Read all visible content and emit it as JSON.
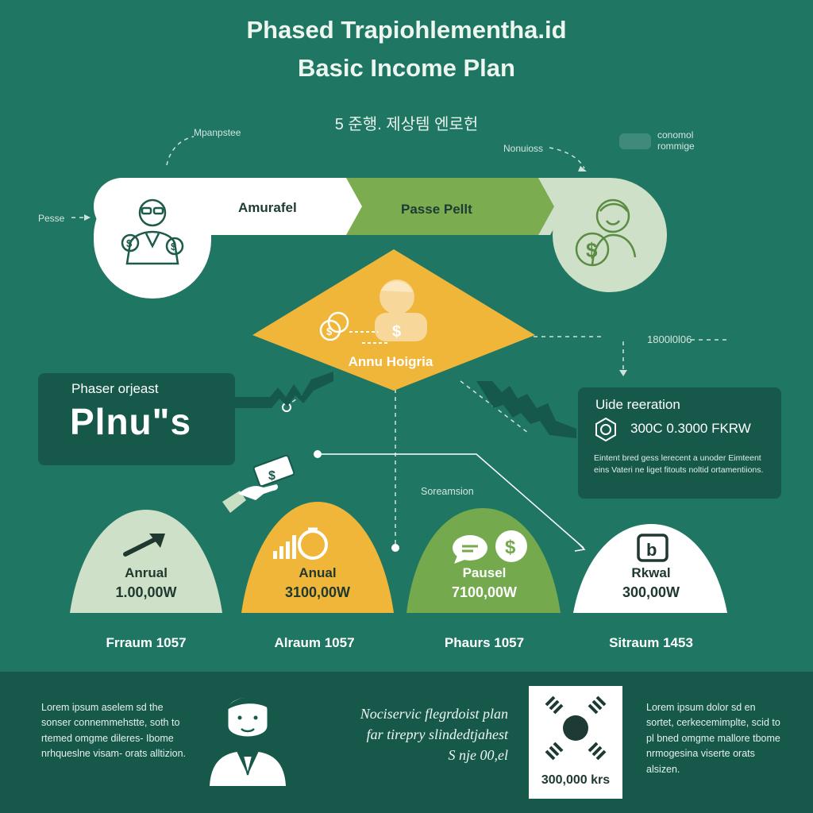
{
  "header": {
    "title_line1": "Phased Trapiohlementha.id",
    "title_line2": "Basic Income Plan",
    "korean_subtitle": "5 준행. 제상템 엔로헌"
  },
  "annotations": {
    "top_left": "Mpanpstee",
    "top_mid": "Nonuioss",
    "top_right_line1": "conomol",
    "top_right_line2": "rommige",
    "left": "Pesse",
    "right_value": "1800l0l06"
  },
  "banner": {
    "left_label": "Amurafel",
    "mid_label": "Passe Pellt"
  },
  "diamond": {
    "label": "Annu Hoigria"
  },
  "phaser_box": {
    "subtitle": "Phaser orjeast",
    "big_text": "Plnu\"s"
  },
  "uide_box": {
    "title": "Uide reeration",
    "value": "300C 0.3000 FKRW",
    "body": "Eintent bred gess lerecent a unoder Eimteent eins Vateri ne liget fitouts noltid ortamentiions."
  },
  "mid_label": "Soreamsion",
  "phases": [
    {
      "label": "Anrual",
      "value": "1.00,00W",
      "caption": "Frraum 1057"
    },
    {
      "label": "Anual",
      "value": "3100,00W",
      "caption": "Alraum 1057"
    },
    {
      "label": "Pausel",
      "value": "7100,00W",
      "caption": "Phaurs 1057"
    },
    {
      "label": "Rkwal",
      "value": "300,00W",
      "caption": "Sitraum 1453"
    }
  ],
  "footer": {
    "left_text": "Lorem ipsum aselem sd the sonser connemmehstte, soth to rtemed omgme dileres- Ibome nrhqueslne visam- orats alltizion.",
    "quote_line1": "Nociservic flegrdoist plan",
    "quote_line2": "far tirepry slindedtjahest",
    "quote_line3": "S nje 00,el",
    "flag_value": "300,000 krs",
    "right_text": "Lorem ipsum dolor sd en sortet, cerkecemimplte, scid to pl bned omgme mallore tbome nrmogesina viserte orats alsizen."
  },
  "colors": {
    "background": "#1f7663",
    "dark_panel": "#16594b",
    "light_green": "#cfe0c8",
    "yellow": "#f0b63a",
    "mid_green": "#74a94d",
    "white": "#ffffff"
  },
  "icons": [
    "person-money-icon",
    "person-dollar-icon",
    "coin-icon",
    "arrow-up-right-icon",
    "bar-chart-ring-icon",
    "chat-dollar-icon",
    "calendar-b-icon",
    "hand-money-icon",
    "man-portrait-icon",
    "korean-flag-icon"
  ]
}
